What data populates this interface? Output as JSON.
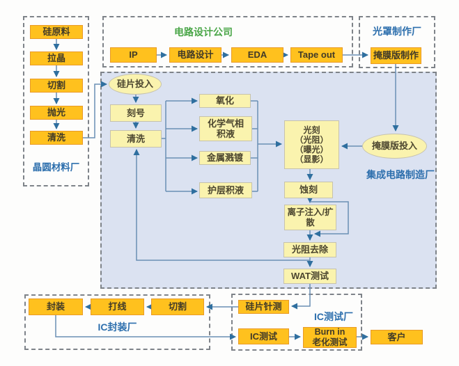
{
  "regions": {
    "wafer_material": {
      "label": "晶圆材料厂"
    },
    "design": {
      "label": "电路设计公司"
    },
    "mask": {
      "label": "光罩制作厂"
    },
    "fab": {
      "label": "集成电路制造厂"
    },
    "packaging": {
      "label": "IC封装厂"
    },
    "test": {
      "label": "IC测试厂"
    }
  },
  "nodes": {
    "si_raw": "硅原料",
    "pull_crystal": "拉晶",
    "slice": "切割",
    "polish": "抛光",
    "clean": "清洗",
    "ip": "IP",
    "circuit_design": "电路设计",
    "eda": "EDA",
    "tape_out": "Tape out",
    "mask_making": "掩膜版制作",
    "wafer_input": "硅片投入",
    "engrave_id": "刻号",
    "fab_clean": "清洗",
    "oxidation": "氧化",
    "cvd": "化学气相\n积液",
    "metal_sputter": "金属溅镀",
    "passivation": "护层积液",
    "litho": "光刻\n（光阻）\n（曝光）\n（显影）",
    "etch": "蚀刻",
    "ion_implant": "离子注入/扩\n散",
    "resist_strip": "光阻去除",
    "wat_test": "WAT测试",
    "mask_input": "掩膜版投入",
    "package": "封装",
    "wire_bond": "打线",
    "dice": "切割",
    "wafer_probe": "硅片针测",
    "ic_test": "IC测试",
    "burn_in": "Burn in\n老化测试",
    "customer": "客户"
  },
  "colors": {
    "process_box_fill": "#ffc11e",
    "process_box_border": "#e99a27",
    "fab_box_fill": "#faf3ae",
    "fab_box_border": "#c6c2ad",
    "fab_region_bg": "#dbe2f1",
    "connector": "#6a8fb4",
    "arrowhead": "#2f6f9f",
    "region_border": "#7e8389",
    "label_blue": "#2d6fad",
    "label_green": "#4aa648"
  }
}
